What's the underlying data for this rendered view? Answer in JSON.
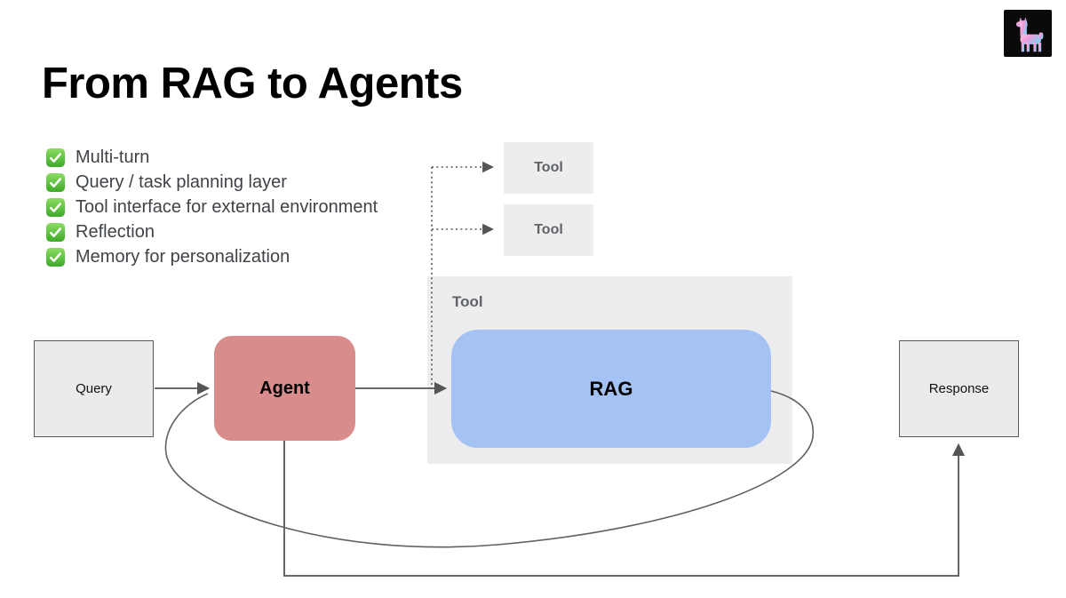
{
  "slide": {
    "title": "From RAG to Agents"
  },
  "checklist": {
    "items": [
      "Multi-turn",
      "Query / task planning layer",
      "Tool interface for external environment",
      "Reflection",
      "Memory for personalization"
    ]
  },
  "diagram": {
    "query": {
      "label": "Query"
    },
    "agent": {
      "label": "Agent"
    },
    "tool1": {
      "label": "Tool"
    },
    "tool2": {
      "label": "Tool"
    },
    "tool_container": {
      "label": "Tool"
    },
    "rag": {
      "label": "RAG"
    },
    "response": {
      "label": "Response"
    }
  },
  "icons": {
    "check": "green-check-icon",
    "logo": "llama-logo"
  },
  "colors": {
    "agent_fill": "#d98c8c",
    "rag_fill": "#a4c2f4",
    "tool_fill": "#ededed",
    "io_box_fill": "#ebebeb",
    "io_box_border": "#5a5a5a",
    "connector": "#555555",
    "check_green": "#3ea829",
    "tool_label_text": "#5f6368",
    "checklist_text": "#3f4347",
    "logo_bg": "#0a0a0a",
    "logo_gradient_start": "#ffb9e2",
    "logo_gradient_end": "#7fd0f3"
  }
}
